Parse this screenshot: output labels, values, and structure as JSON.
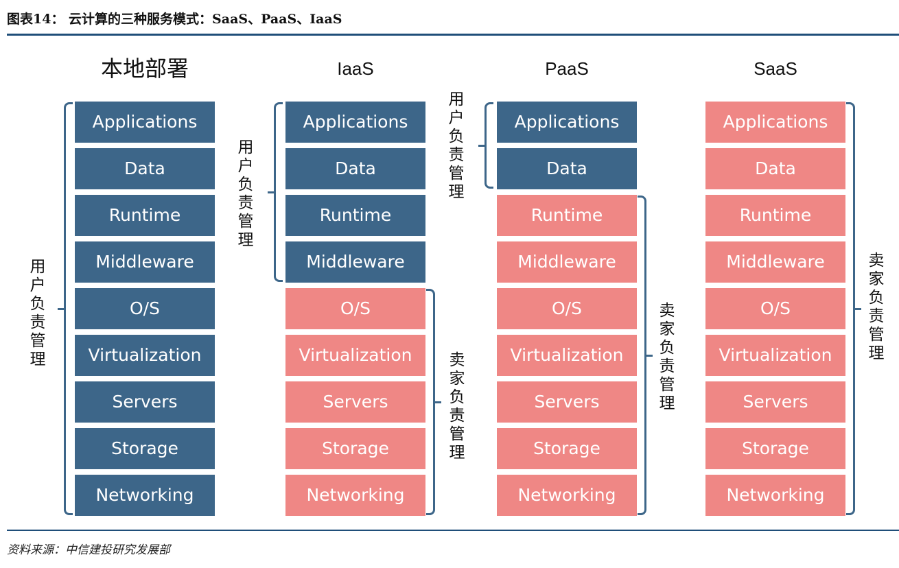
{
  "figure_title": "图表14： 云计算的三种服务模式：SaaS、PaaS、IaaS",
  "source": "资料来源：中信建投研究发展部",
  "colors": {
    "user_managed": "#3d6689",
    "vendor_managed": "#ef8785",
    "rule": "#1f4e79"
  },
  "labels": {
    "user": "用户负责管理",
    "vendor": "卖家负责管理"
  },
  "columns": [
    {
      "title": "本地部署",
      "layers": [
        {
          "label": "Applications",
          "owner": "user"
        },
        {
          "label": "Data",
          "owner": "user"
        },
        {
          "label": "Runtime",
          "owner": "user"
        },
        {
          "label": "Middleware",
          "owner": "user"
        },
        {
          "label": "O/S",
          "owner": "user"
        },
        {
          "label": "Virtualization",
          "owner": "user"
        },
        {
          "label": "Servers",
          "owner": "user"
        },
        {
          "label": "Storage",
          "owner": "user"
        },
        {
          "label": "Networking",
          "owner": "user"
        }
      ]
    },
    {
      "title": "IaaS",
      "layers": [
        {
          "label": "Applications",
          "owner": "user"
        },
        {
          "label": "Data",
          "owner": "user"
        },
        {
          "label": "Runtime",
          "owner": "user"
        },
        {
          "label": "Middleware",
          "owner": "user"
        },
        {
          "label": "O/S",
          "owner": "vendor"
        },
        {
          "label": "Virtualization",
          "owner": "vendor"
        },
        {
          "label": "Servers",
          "owner": "vendor"
        },
        {
          "label": "Storage",
          "owner": "vendor"
        },
        {
          "label": "Networking",
          "owner": "vendor"
        }
      ]
    },
    {
      "title": "PaaS",
      "layers": [
        {
          "label": "Applications",
          "owner": "user"
        },
        {
          "label": "Data",
          "owner": "user"
        },
        {
          "label": "Runtime",
          "owner": "vendor"
        },
        {
          "label": "Middleware",
          "owner": "vendor"
        },
        {
          "label": "O/S",
          "owner": "vendor"
        },
        {
          "label": "Virtualization",
          "owner": "vendor"
        },
        {
          "label": "Servers",
          "owner": "vendor"
        },
        {
          "label": "Storage",
          "owner": "vendor"
        },
        {
          "label": "Networking",
          "owner": "vendor"
        }
      ]
    },
    {
      "title": "SaaS",
      "layers": [
        {
          "label": "Applications",
          "owner": "vendor"
        },
        {
          "label": "Data",
          "owner": "vendor"
        },
        {
          "label": "Runtime",
          "owner": "vendor"
        },
        {
          "label": "Middleware",
          "owner": "vendor"
        },
        {
          "label": "O/S",
          "owner": "vendor"
        },
        {
          "label": "Virtualization",
          "owner": "vendor"
        },
        {
          "label": "Servers",
          "owner": "vendor"
        },
        {
          "label": "Storage",
          "owner": "vendor"
        },
        {
          "label": "Networking",
          "owner": "vendor"
        }
      ]
    }
  ]
}
